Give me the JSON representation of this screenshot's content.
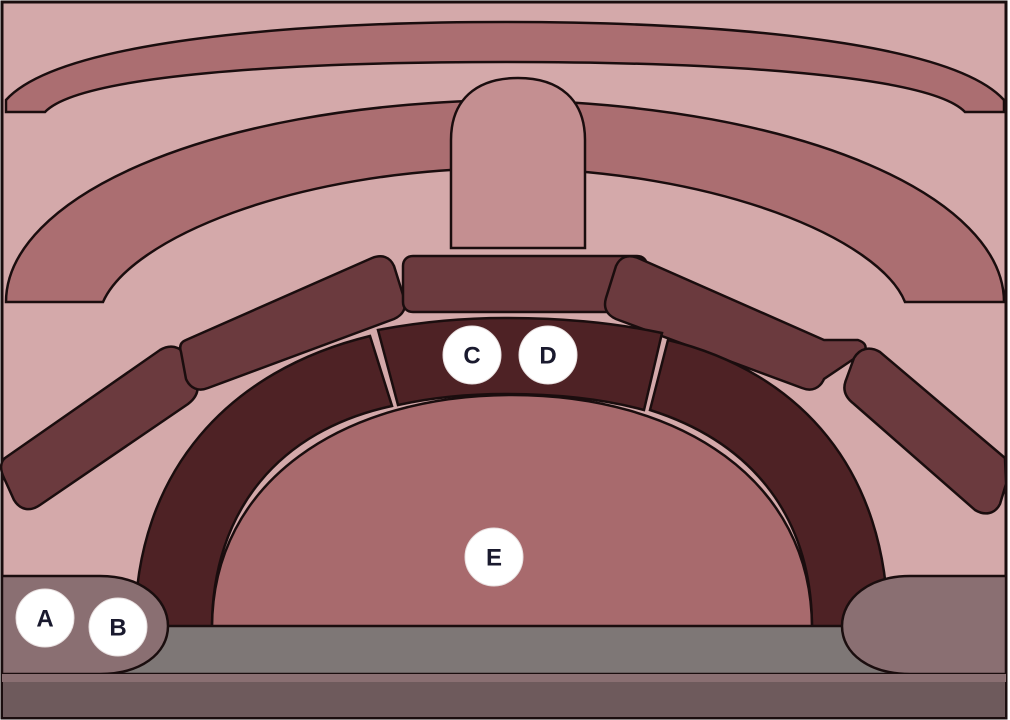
{
  "diagram": {
    "labels": [
      {
        "id": "A",
        "text": "A"
      },
      {
        "id": "B",
        "text": "B"
      },
      {
        "id": "C",
        "text": "C"
      },
      {
        "id": "D",
        "text": "D"
      },
      {
        "id": "E",
        "text": "E"
      }
    ]
  },
  "colors": {
    "background": "#d4a9aa",
    "upper_band": "#ab6e71",
    "voussoir_outer": "#6b3a3e",
    "voussoir_inner": "#4e2225",
    "opening": "#a86a6d",
    "keystone_top": "#c48f91",
    "floor": "#7e7776",
    "base_pad": "#8a6f72",
    "ground": "#6e5a5c",
    "outline": "#1a0d0e",
    "label_fill": "#ffffff"
  }
}
